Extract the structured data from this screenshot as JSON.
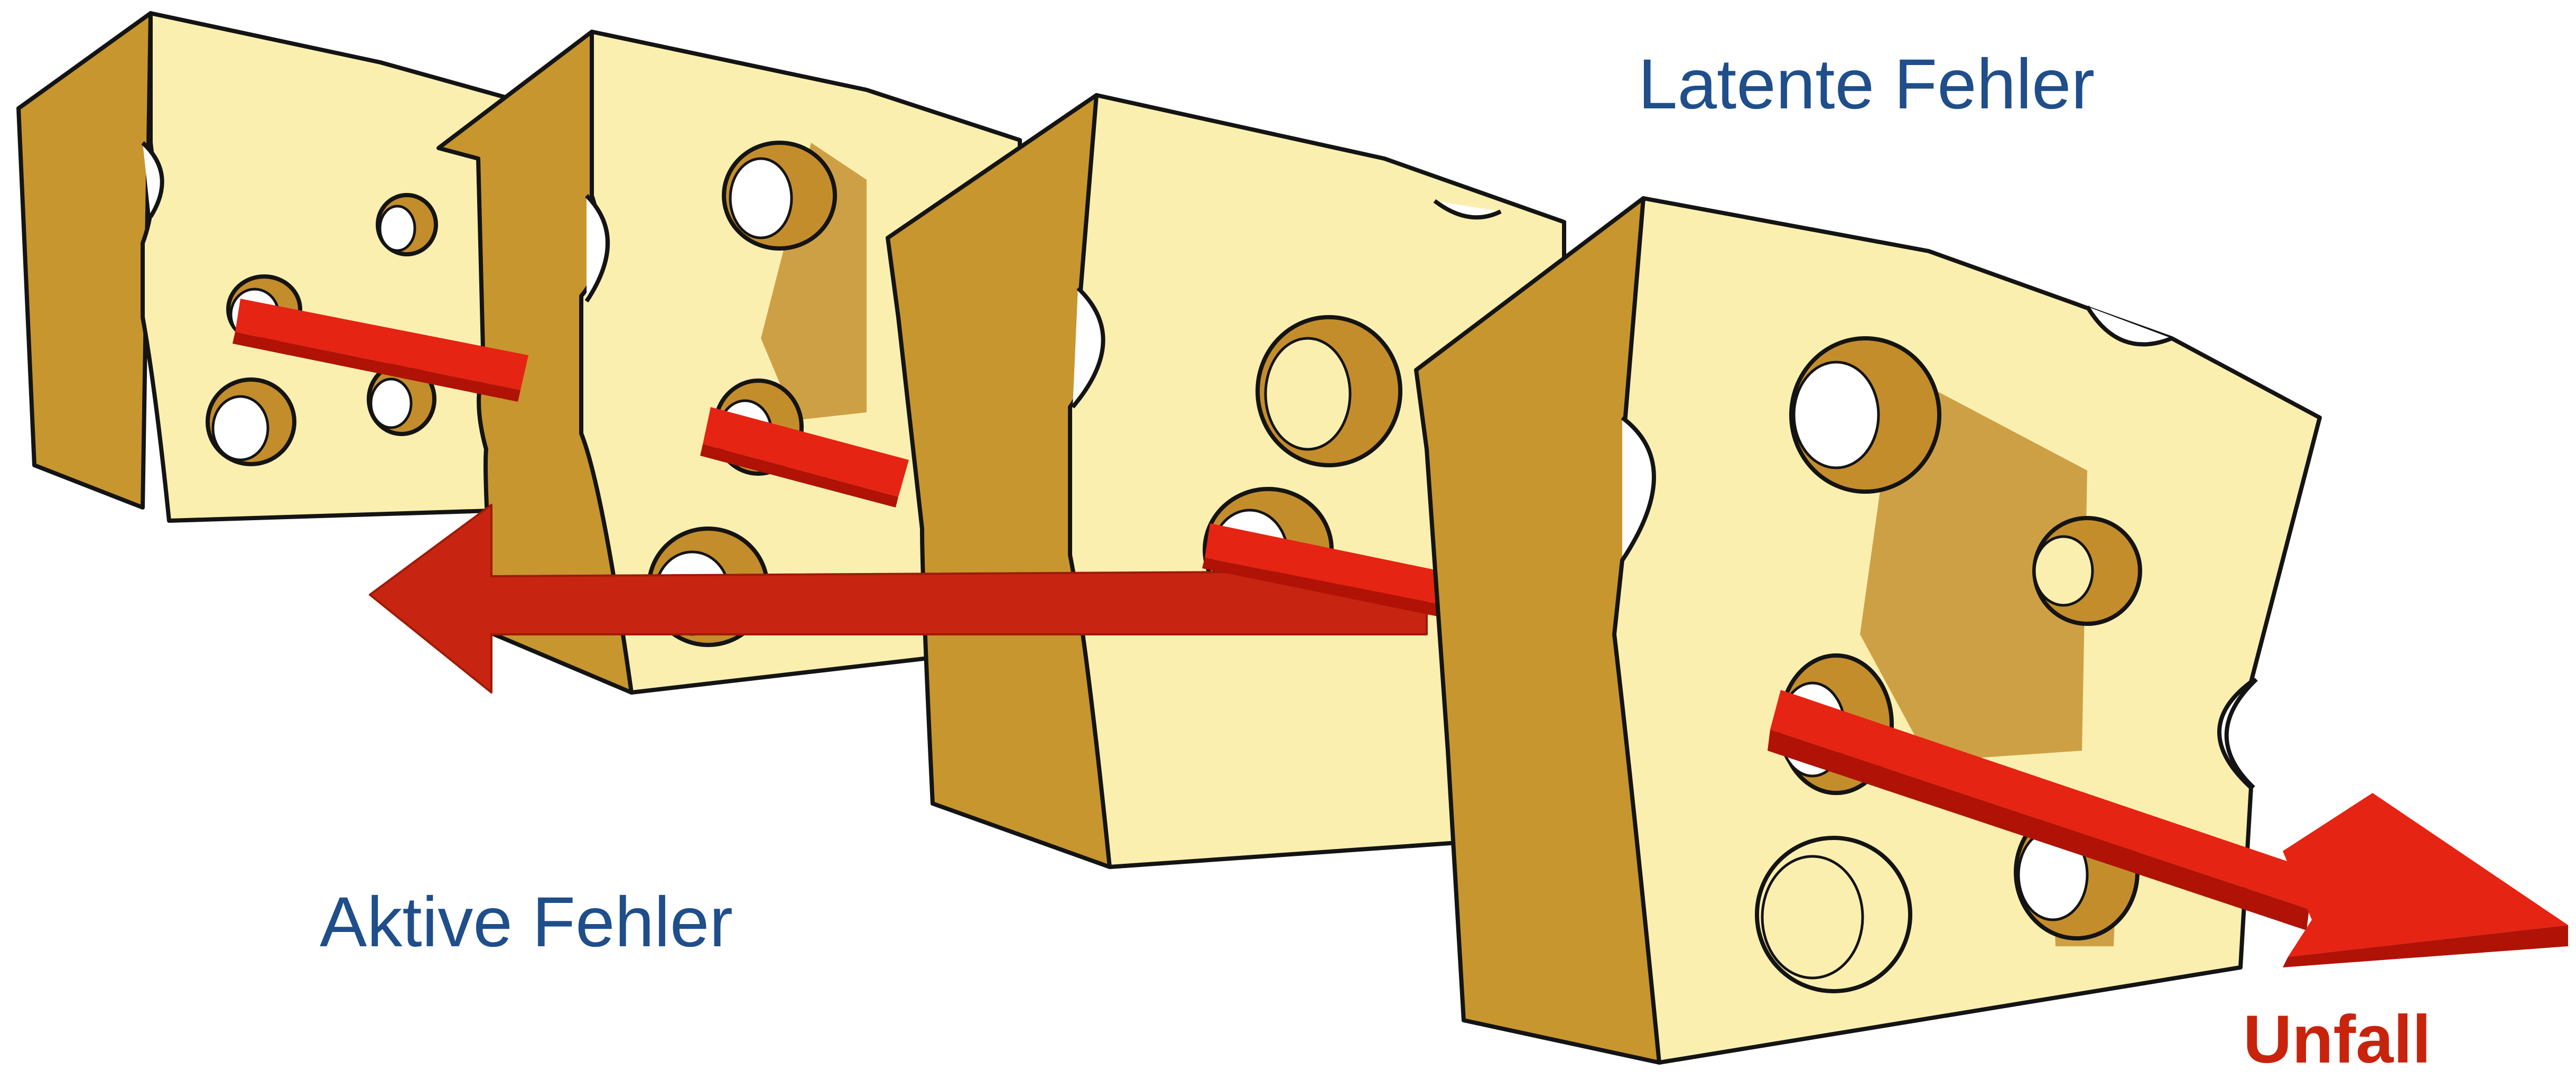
{
  "labels": {
    "latent": "Latente Fehler",
    "active": "Aktive Fehler",
    "accident": "Unfall"
  },
  "colors": {
    "cheese_front": "#fbefb0",
    "cheese_side": "#c8962e",
    "cheese_outline": "#141414",
    "hole_interior": "#c48d2c",
    "arrow_red": "#e52413",
    "arrow_dark": "#b01206",
    "arrow_back": "#c72511",
    "label_blue": "#1f4e8a",
    "label_red": "#c8230d"
  }
}
